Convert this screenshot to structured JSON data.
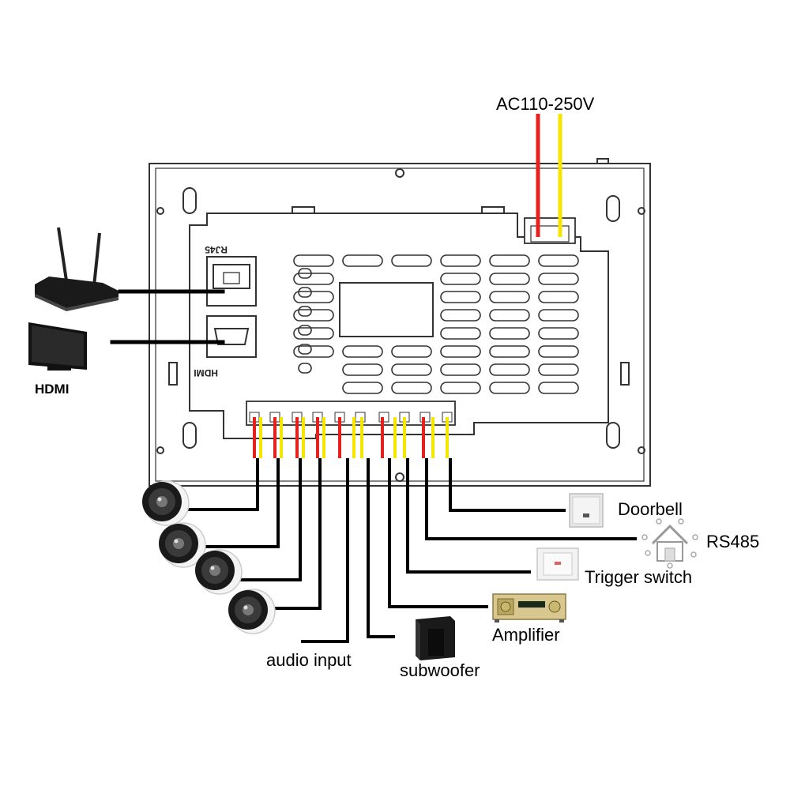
{
  "power": {
    "label": "AC110-250V"
  },
  "ports": {
    "rj45": "RJ45",
    "hdmi": "HDMI"
  },
  "devices": {
    "hdmi_display": {
      "label": "HDMI",
      "icon": "monitor-icon"
    },
    "router": {
      "icon": "router-icon"
    },
    "doorbell": {
      "label": "Doorbell",
      "icon": "doorbell-button-icon"
    },
    "rs485": {
      "label": "RS485",
      "icon": "smart-home-icon"
    },
    "trigger_switch": {
      "label": "Trigger switch",
      "icon": "wall-switch-icon"
    },
    "amplifier": {
      "label": "Amplifier",
      "icon": "amplifier-icon"
    },
    "subwoofer": {
      "label": "subwoofer",
      "icon": "subwoofer-icon"
    },
    "audio_input": {
      "label": "audio input"
    },
    "speakers": {
      "count": 4,
      "icon": "ceiling-speaker-icon"
    }
  },
  "colors": {
    "live_wire": "#e8201c",
    "neutral_wire": "#f5e600",
    "cable": "#000000",
    "panel_outline": "#333333"
  }
}
